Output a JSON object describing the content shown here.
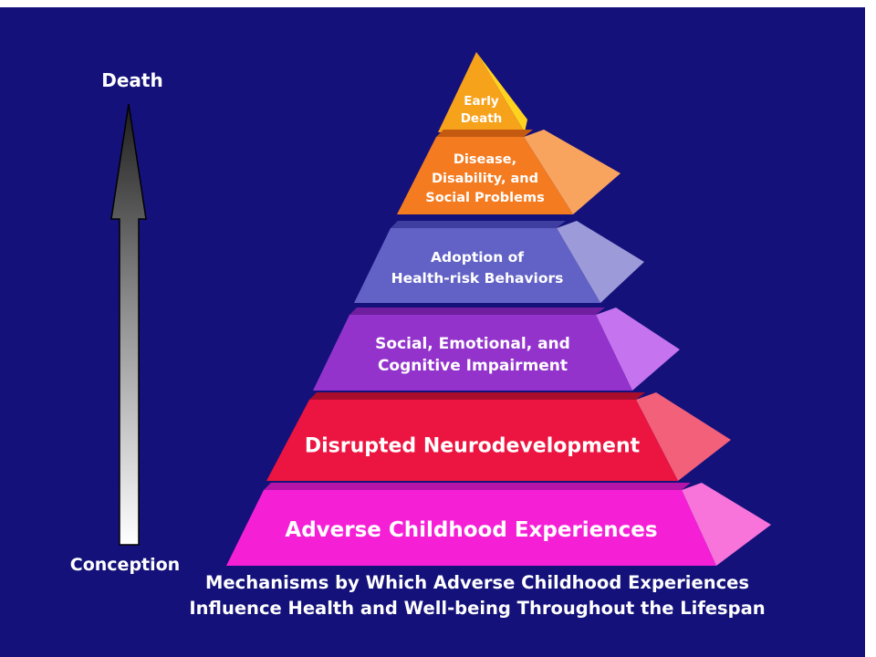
{
  "axis": {
    "top_label": "Death",
    "bottom_label": "Conception"
  },
  "pyramid": {
    "levels": [
      {
        "lines": [
          "Early",
          "Death"
        ],
        "front": "#F7A21B",
        "side": "#FFD21F",
        "top": "#D98A10"
      },
      {
        "lines": [
          "Disease,",
          "Disability, and",
          "Social Problems"
        ],
        "front": "#F47B20",
        "side": "#F9A45E",
        "top": "#C45A10"
      },
      {
        "lines": [
          "Adoption of",
          "Health-risk Behaviors"
        ],
        "front": "#6161C6",
        "side": "#9C9AD8",
        "top": "#3E3EA0"
      },
      {
        "lines": [
          "Social, Emotional, and",
          "Cognitive Impairment"
        ],
        "front": "#9333CC",
        "side": "#C573EE",
        "top": "#6E1E9E"
      },
      {
        "lines": [
          "Disrupted Neurodevelopment"
        ],
        "front": "#EC1440",
        "side": "#F2607A",
        "top": "#A80E2C"
      },
      {
        "lines": [
          "Adverse Childhood Experiences"
        ],
        "front": "#F51FD6",
        "side": "#F874DA",
        "top": "#B414A8"
      }
    ]
  },
  "caption": {
    "line1": "Mechanisms by Which Adverse Childhood Experiences",
    "line2": "Influence Health and Well-being Throughout the Lifespan"
  },
  "colors": {
    "background": "#14117A",
    "text": "#FFFFFF"
  }
}
